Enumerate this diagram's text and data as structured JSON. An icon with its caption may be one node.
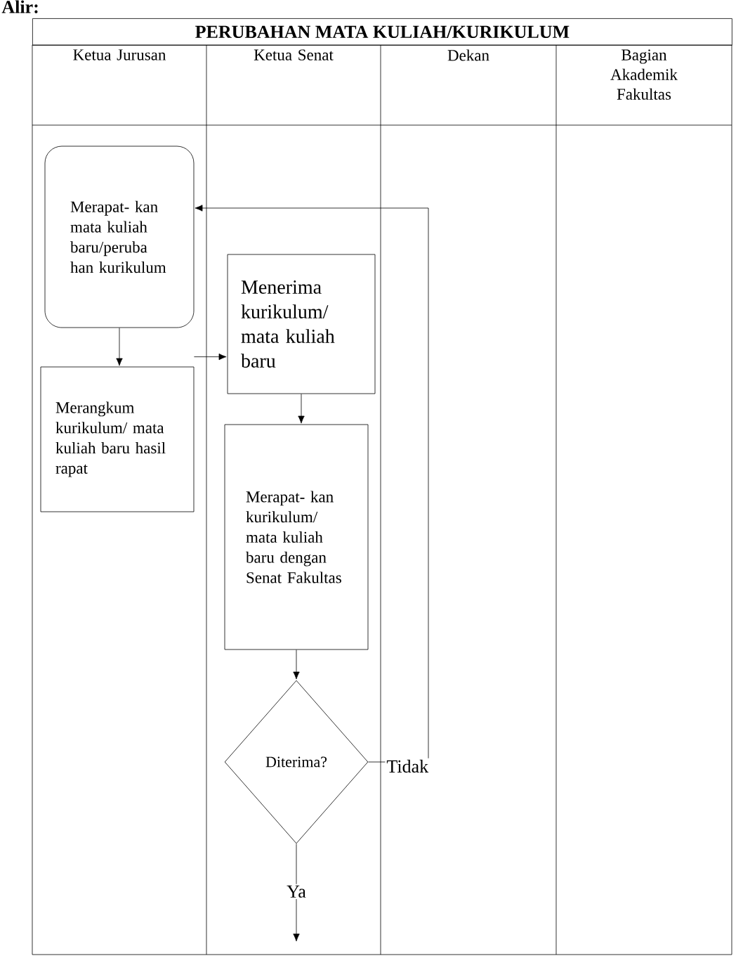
{
  "diagram": {
    "title": "PERUBAHAN MATA KULIAH/KURIKULUM",
    "nodes": [
      {
        "text": [
          "Merapat- kan mata kuliah baru/peruba han kurikulum"
        ]
      },
      {
        "text": [
          "Merangkum kurikulum/ mata kuliah baru hasil rapat"
        ]
      },
      {
        "text": [
          "Menerima kurikulum/ mata kuliah baru"
        ]
      },
      {
        "text": [
          "Merapat- kan kurikulum/ mata kuliah baru dengan Senat Fakultas"
        ]
      },
      {
        "text": [
          "Diterima?"
        ]
      }
    ],
    "edges": [
      {
        "from": 0,
        "to": 1,
        "arrow": "to"
      },
      {
        "from": 1,
        "to": 2,
        "arrow": "to"
      },
      {
        "from": 2,
        "to": 3,
        "arrow": "to"
      },
      {
        "from": 3,
        "to": 4,
        "arrow": "to"
      },
      {
        "from": 4,
        "to": 0,
        "arrow": "to",
        "label": "Tidak"
      },
      {
        "from": 4,
        "to": null,
        "arrow": "to",
        "label": "Ya"
      }
    ],
    "labels": [
      "Alir:",
      "Ketua Jurusan",
      "Ketua Senat",
      "Dekan",
      "Bagian Akademik Fakultas"
    ]
  }
}
